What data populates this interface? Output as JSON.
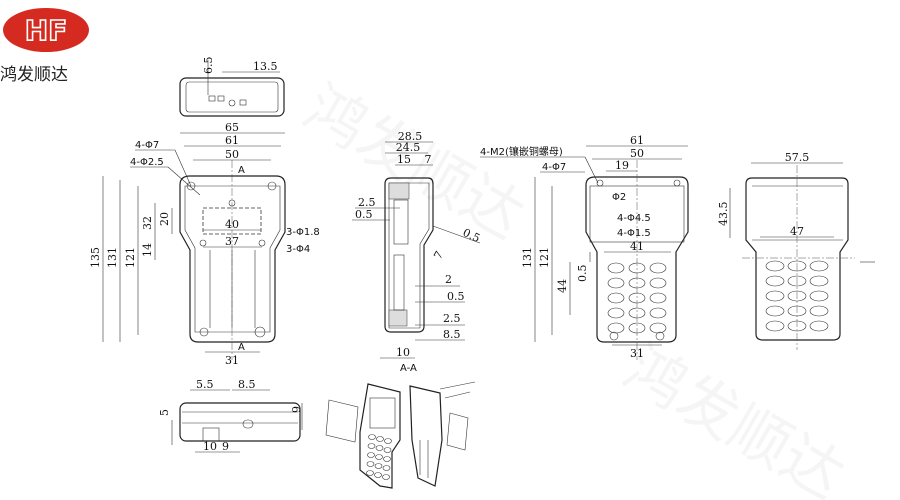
{
  "brand": {
    "logo_text": "HF",
    "name": "鸿发顺达",
    "logo_color": "#d42a1f"
  },
  "watermark": "鸿发顺达",
  "top_view": {
    "dims": [
      "6.5",
      "13.5"
    ]
  },
  "front_view": {
    "widths": [
      "65",
      "61",
      "50"
    ],
    "callouts": [
      "4-Φ7",
      "4-Φ2.5",
      "3-Φ1.8",
      "3-Φ4"
    ],
    "section_mark": "A",
    "inner": [
      "40",
      "37"
    ],
    "heights": [
      "135",
      "131",
      "121"
    ],
    "offsets": [
      "32",
      "20",
      "14"
    ],
    "bottom_width": "31"
  },
  "section_view": {
    "title": "A-A",
    "widths": [
      "28.5",
      "24.5",
      "15",
      "7"
    ],
    "left": [
      "2.5",
      "0.5"
    ],
    "angled": [
      "0.5",
      "7"
    ],
    "right": [
      "2",
      "0.5",
      "2.5",
      "8.5"
    ],
    "bottom": "10"
  },
  "keypad_view": {
    "callouts": [
      "4-M2(镶嵌铜螺母)",
      "4-Φ7",
      "Φ2",
      "4-Φ4.5",
      "4-Φ1.5"
    ],
    "widths": [
      "61",
      "50",
      "19",
      "41"
    ],
    "heights": [
      "131",
      "121",
      "44",
      "0.5"
    ],
    "bottom_width": "31",
    "keys": {
      "rows": 5,
      "cols": 3
    }
  },
  "back_view": {
    "dims": [
      "57.5",
      "43.5",
      "47"
    ]
  },
  "bottom_view": {
    "dims": [
      "5.5",
      "8.5",
      "5",
      "6",
      "10",
      "9"
    ]
  }
}
